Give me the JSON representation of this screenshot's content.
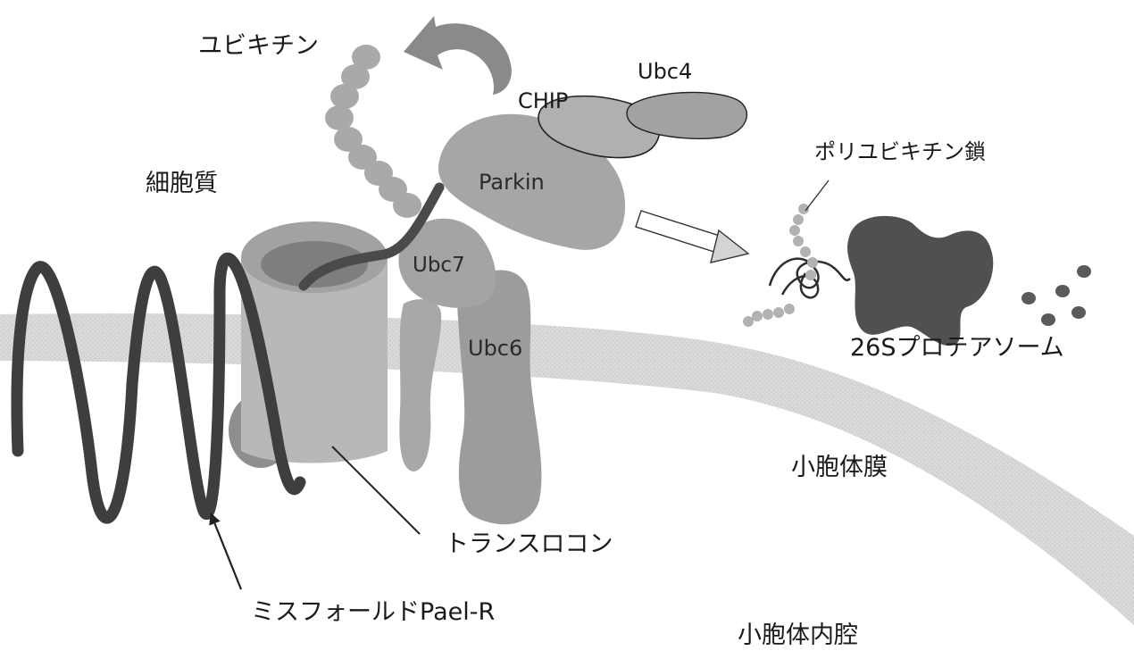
{
  "labels": {
    "ubiquitin": "ユビキチン",
    "chip": "CHIP",
    "ubc4": "Ubc4",
    "cytoplasm": "細胞質",
    "parkin": "Parkin",
    "polyubiquitin_chain": "ポリユビキチン鎖",
    "ubc7": "Ubc7",
    "ubc6": "Ubc6",
    "proteasome_26s": "26Sプロテアソーム",
    "er_membrane": "小胞体膜",
    "translocon": "トランスロコン",
    "misfolded_pael_r": "ミスフォールドPael-R",
    "er_lumen": "小胞体内腔"
  },
  "colors": {
    "membrane": "#dcdcdc",
    "light_protein": "#b4b4b4",
    "medium_protein": "#9a9a9a",
    "dark_protein": "#555555",
    "chain": "#3a3a3a",
    "ubiquitin_bead": "#a9a9a9",
    "outline": "#222222"
  }
}
